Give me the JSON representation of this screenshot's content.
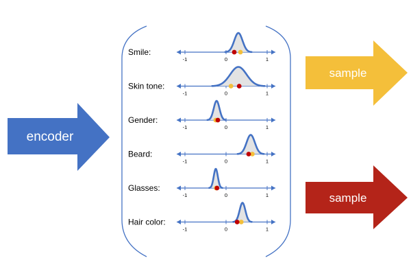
{
  "encoder": {
    "label": "encoder",
    "color": "#4472C4"
  },
  "samples": [
    {
      "label": "sample",
      "color": "#F4BF3A"
    },
    {
      "label": "sample",
      "color": "#B42419"
    }
  ],
  "tick_labels": [
    "-1",
    "0",
    "1"
  ],
  "colors": {
    "curve": "#4472C4",
    "axis": "#4472C4",
    "fill": "#E3E3E3",
    "dot_red": "#C00000",
    "dot_yellow": "#F4BF3A",
    "bracket": "#4472C4"
  },
  "attributes": [
    {
      "label": "Smile:",
      "mean": 0.3,
      "sd": 0.1,
      "red": 0.2,
      "yellow": 0.35
    },
    {
      "label": "Skin tone:",
      "mean": 0.3,
      "sd": 0.2,
      "red": 0.32,
      "yellow": 0.12
    },
    {
      "label": "Gender:",
      "mean": -0.23,
      "sd": 0.07,
      "red": -0.2,
      "yellow": -0.25
    },
    {
      "label": "Beard:",
      "mean": 0.6,
      "sd": 0.1,
      "red": 0.55,
      "yellow": 0.64
    },
    {
      "label": "Glasses:",
      "mean": -0.25,
      "sd": 0.05,
      "red": -0.22,
      "yellow": -0.24
    },
    {
      "label": "Hair color:",
      "mean": 0.4,
      "sd": 0.07,
      "red": 0.27,
      "yellow": 0.37
    }
  ]
}
